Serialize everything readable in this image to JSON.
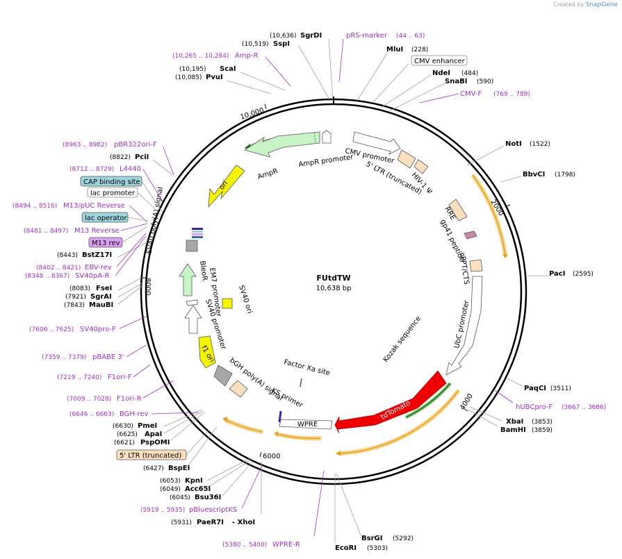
{
  "credit": {
    "prefix": "Created by",
    "brand": "SnapGene"
  },
  "plasmid": {
    "name": "FUtdTW",
    "length_label": "10,638 bp"
  },
  "ticks": [
    "10,000",
    "2000",
    "4000",
    "6000",
    "8000"
  ],
  "enzymes": [
    {
      "name": "SgrDI",
      "pos": "(10,636)"
    },
    {
      "name": "SspI",
      "pos": "(10,519)"
    },
    {
      "name": "MluI",
      "pos": "(228)"
    },
    {
      "name": "ScaI",
      "pos": "(10,195)"
    },
    {
      "name": "PvuI",
      "pos": "(10,085)"
    },
    {
      "name": "NdeI",
      "pos": "(484)"
    },
    {
      "name": "SnaBI",
      "pos": "(590)"
    },
    {
      "name": "NotI",
      "pos": "(1522)"
    },
    {
      "name": "BbvCI",
      "pos": "(1798)"
    },
    {
      "name": "PciI",
      "pos": "(8822)"
    },
    {
      "name": "PacI",
      "pos": "(2595)"
    },
    {
      "name": "BstZ17I",
      "pos": "(8443)"
    },
    {
      "name": "FseI",
      "pos": "(8083)"
    },
    {
      "name": "SgrAI",
      "pos": "(7921)"
    },
    {
      "name": "MauBI",
      "pos": "(7843)"
    },
    {
      "name": "PaqCI",
      "pos": "(3511)"
    },
    {
      "name": "XbaI",
      "pos": "(3853)"
    },
    {
      "name": "BamHI",
      "pos": "(3859)"
    },
    {
      "name": "PmeI",
      "pos": "(6630)"
    },
    {
      "name": "ApaI",
      "pos": "(6625)"
    },
    {
      "name": "PspOMI",
      "pos": "(6621)"
    },
    {
      "name": "BspEI",
      "pos": "(6427)"
    },
    {
      "name": "KpnI",
      "pos": "(6053)"
    },
    {
      "name": "Acc65I",
      "pos": "(6049)"
    },
    {
      "name": "Bsu36I",
      "pos": "(6045)"
    },
    {
      "name": "PaeR7I",
      "pos": "(5931)"
    },
    {
      "name": "- XhoI",
      "pos": ""
    },
    {
      "name": "BsrGI",
      "pos": "(5292)"
    },
    {
      "name": "EcoRI",
      "pos": "(5303)"
    }
  ],
  "primers": [
    {
      "name": "pRS-marker",
      "pos": "(44 .. 63)"
    },
    {
      "name": "Amp-R",
      "pos": "(10,265 .. 10,284)"
    },
    {
      "name": "CMV-F",
      "pos": "(769 .. 789)"
    },
    {
      "name": "pBR322ori-F",
      "pos": "(8963 .. 8982)"
    },
    {
      "name": "L4440",
      "pos": "(8712 .. 8729)"
    },
    {
      "name": "M13/pUC Reverse",
      "pos": "(8494 .. 8516)"
    },
    {
      "name": "M13 Reverse",
      "pos": "(8481 .. 8497)"
    },
    {
      "name": "EBV-rev",
      "pos": "(8402 .. 8421)"
    },
    {
      "name": "SV40pA-R",
      "pos": "(8348 .. 8367)"
    },
    {
      "name": "SV40pro-F",
      "pos": "(7606 .. 7625)"
    },
    {
      "name": "pBABE 3'",
      "pos": "(7359 .. 7379)"
    },
    {
      "name": "F1ori-F",
      "pos": "(7219 .. 7240)"
    },
    {
      "name": "F1ori-R",
      "pos": "(7009 .. 7028)"
    },
    {
      "name": "BGH-rev",
      "pos": "(6646 .. 6663)"
    },
    {
      "name": "hUBCpro-F",
      "pos": "(3667 .. 3686)"
    },
    {
      "name": "pBluescriptKS",
      "pos": "(5919 .. 5935)"
    },
    {
      "name": "WPRE-R",
      "pos": "(5380 .. 5400)"
    }
  ],
  "boxed_labels": {
    "cmv_enhancer": "CMV enhancer",
    "cap_binding": "CAP binding site",
    "lac_promoter": "lac promoter",
    "lac_operator": "lac operator",
    "m13_rev": "M13 rev",
    "ltr_trunc": "5' LTR (truncated)"
  },
  "features": {
    "cmv_promoter": "CMV promoter",
    "ltr5": "5' LTR (truncated)",
    "hiv_psi": "HIV-1 Ψ",
    "rre": "RRE",
    "gp41": "gp41 peptide",
    "cppt": "cPPT/CTS",
    "ubc": "UbC promoter",
    "kozak": "Kozak sequence",
    "tdtomato": "tdTomato",
    "wpre": "WPRE",
    "factor_xa": "Factor Xa site",
    "ks_primer": "KS primer",
    "bgh": "bGH poly(A) signal",
    "f1": "f1 ori",
    "sv40_promoter": "SV40 promoter",
    "em7": "EM7 promoter",
    "bleor": "BleoR",
    "sv40_ori": "SV40 ori",
    "sv40_pa": "SV40 poly(A) signal",
    "ori": "ori",
    "ampr": "AmpR",
    "ampr_promoter": "AmpR promoter"
  },
  "colors": {
    "primer": "#9b30c8",
    "tdtomato": "#f00000",
    "ampr": "#c8f5c8",
    "ori": "#f5f500",
    "orf_highlight": "#e8a020",
    "ltr": "#fde0c0",
    "bleor": "#c8f5c8",
    "operator": "#9ed4de",
    "m13": "#dca0f0",
    "polyA": "#a8a8a8"
  }
}
